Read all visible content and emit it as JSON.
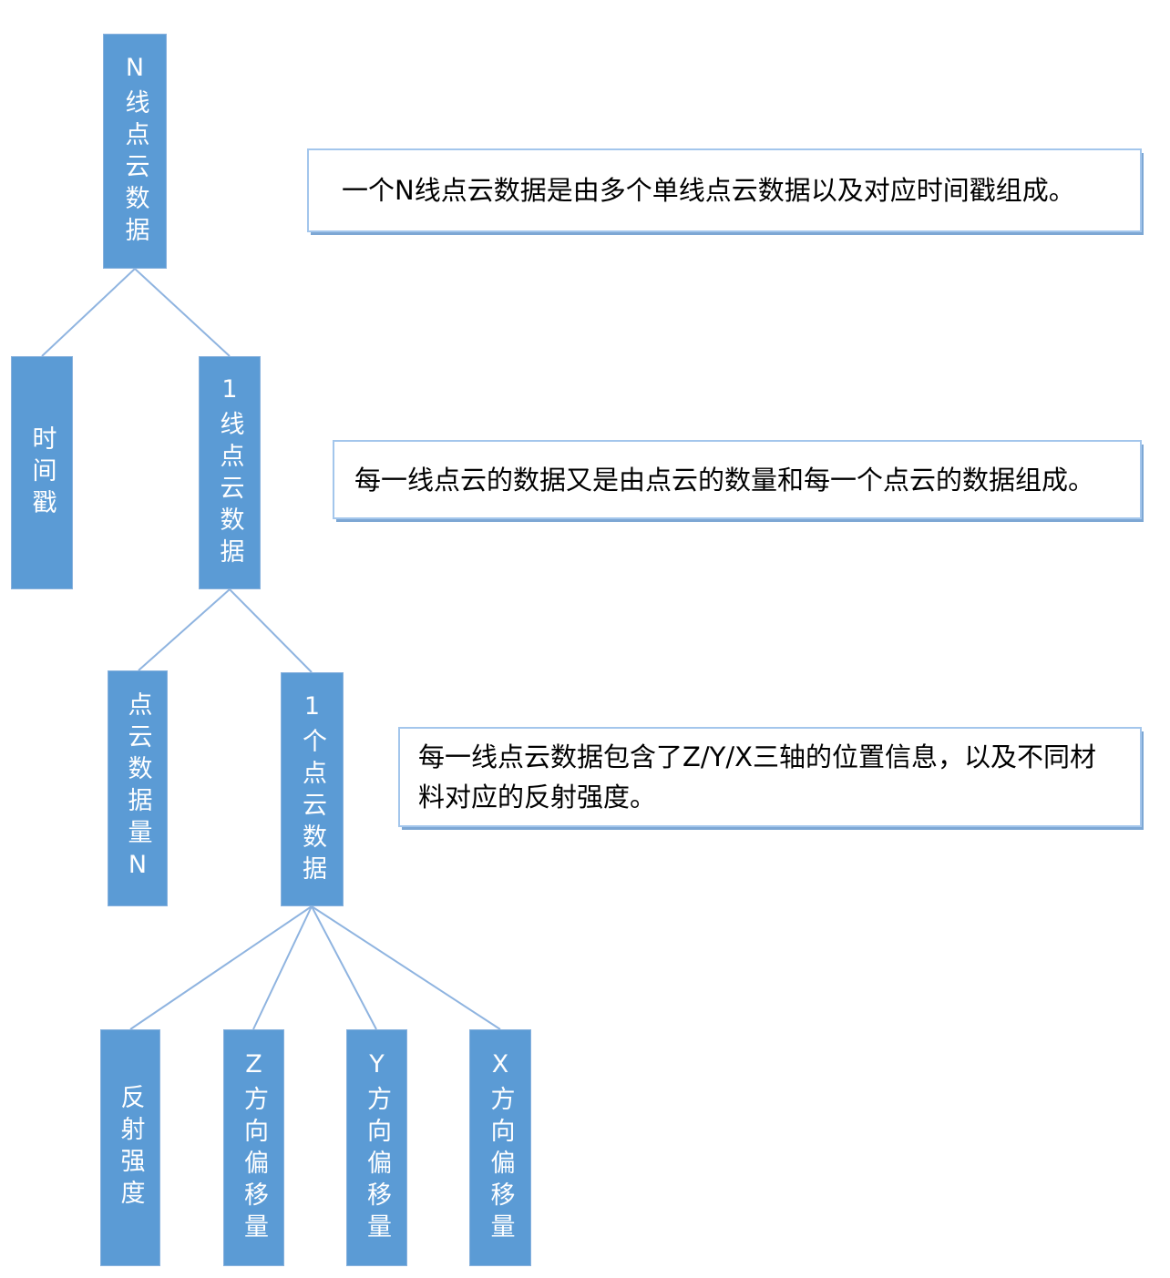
{
  "diagram": {
    "title_hint": "N-line point cloud data structure tree",
    "nodes": [
      {
        "id": "n-line-point-cloud-data",
        "label": "N线点云数据"
      },
      {
        "id": "timestamp",
        "label": "时间戳"
      },
      {
        "id": "one-line-point-cloud-data",
        "label": "1线点云数据"
      },
      {
        "id": "point-cloud-count-n",
        "label": "点云数据量N"
      },
      {
        "id": "one-point-cloud-data",
        "label": "1个点云数据"
      },
      {
        "id": "reflection-intensity",
        "label": "反射强度"
      },
      {
        "id": "z-direction-offset",
        "label": "Z方向偏移量"
      },
      {
        "id": "y-direction-offset",
        "label": "Y方向偏移量"
      },
      {
        "id": "x-direction-offset",
        "label": "X方向偏移量"
      }
    ],
    "annotations": [
      {
        "text": "一个N线点云数据是由多个单线点云数据以及对应时间戳组成。"
      },
      {
        "text": "每一线点云的数据又是由点云的数量和每一个点云的数据组成。"
      },
      {
        "text": "每一线点云数据包含了Z/Y/X三轴的位置信息，以及不同材料对应的反射强度。"
      }
    ],
    "edges": [
      {
        "from": "n-line-point-cloud-data",
        "to": "timestamp"
      },
      {
        "from": "n-line-point-cloud-data",
        "to": "one-line-point-cloud-data"
      },
      {
        "from": "one-line-point-cloud-data",
        "to": "point-cloud-count-n"
      },
      {
        "from": "one-line-point-cloud-data",
        "to": "one-point-cloud-data"
      },
      {
        "from": "one-point-cloud-data",
        "to": "reflection-intensity"
      },
      {
        "from": "one-point-cloud-data",
        "to": "z-direction-offset"
      },
      {
        "from": "one-point-cloud-data",
        "to": "y-direction-offset"
      },
      {
        "from": "one-point-cloud-data",
        "to": "x-direction-offset"
      }
    ],
    "colors": {
      "node_fill": "#5b9bd5",
      "node_border": "#87b1dd",
      "node_text": "#ffffff",
      "connector": "#8fb4e0",
      "annotation_border": "#a3c6ec",
      "annotation_shadow": "#7da7d4",
      "annotation_text": "#000000"
    }
  }
}
